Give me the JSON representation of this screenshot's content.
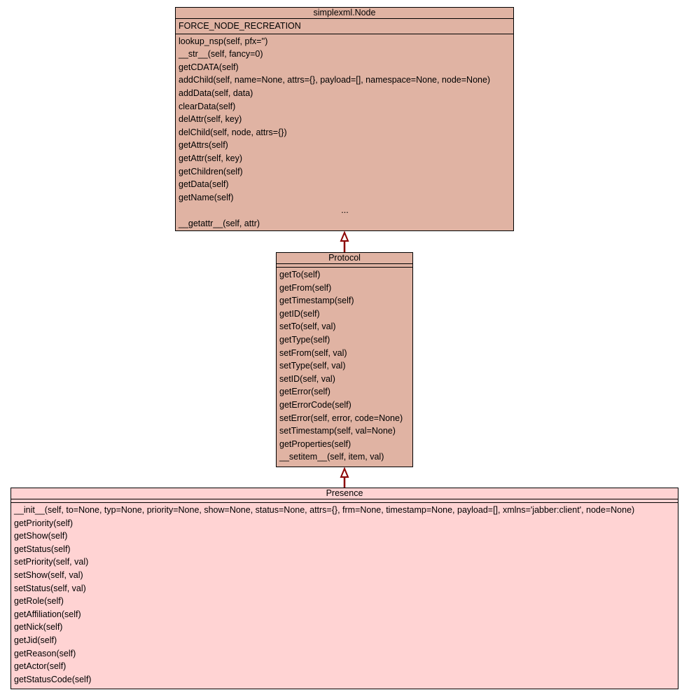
{
  "classes": {
    "node": {
      "name": "simplexml.Node",
      "attributes": [
        "FORCE_NODE_RECREATION"
      ],
      "methods": [
        "lookup_nsp(self, pfx='')",
        "__str__(self, fancy=0)",
        "getCDATA(self)",
        "addChild(self, name=None, attrs={}, payload=[], namespace=None, node=None)",
        "addData(self, data)",
        "clearData(self)",
        "delAttr(self, key)",
        "delChild(self, node, attrs={})",
        "getAttrs(self)",
        "getAttr(self, key)",
        "getChildren(self)",
        "getData(self)",
        "getName(self)",
        "...",
        "__getattr__(self, attr)"
      ]
    },
    "protocol": {
      "name": "Protocol",
      "attributes": [],
      "methods": [
        "getTo(self)",
        "getFrom(self)",
        "getTimestamp(self)",
        "getID(self)",
        "setTo(self, val)",
        "getType(self)",
        "setFrom(self, val)",
        "setType(self, val)",
        "setID(self, val)",
        "getError(self)",
        "getErrorCode(self)",
        "setError(self, error, code=None)",
        "setTimestamp(self, val=None)",
        "getProperties(self)",
        "__setitem__(self, item, val)"
      ]
    },
    "presence": {
      "name": "Presence",
      "attributes": [],
      "methods": [
        "__init__(self, to=None, typ=None, priority=None, show=None, status=None, attrs={}, frm=None, timestamp=None, payload=[], xmlns='jabber:client', node=None)",
        "getPriority(self)",
        "getShow(self)",
        "getStatus(self)",
        "setPriority(self, val)",
        "setShow(self, val)",
        "setStatus(self, val)",
        "getRole(self)",
        "getAffiliation(self)",
        "getNick(self)",
        "getJid(self)",
        "getReason(self)",
        "getActor(self)",
        "getStatusCode(self)"
      ]
    }
  },
  "colors": {
    "dark_fill": "#e0b3a3",
    "light_fill": "#ffd3d3",
    "arrow": "#8b0000"
  }
}
